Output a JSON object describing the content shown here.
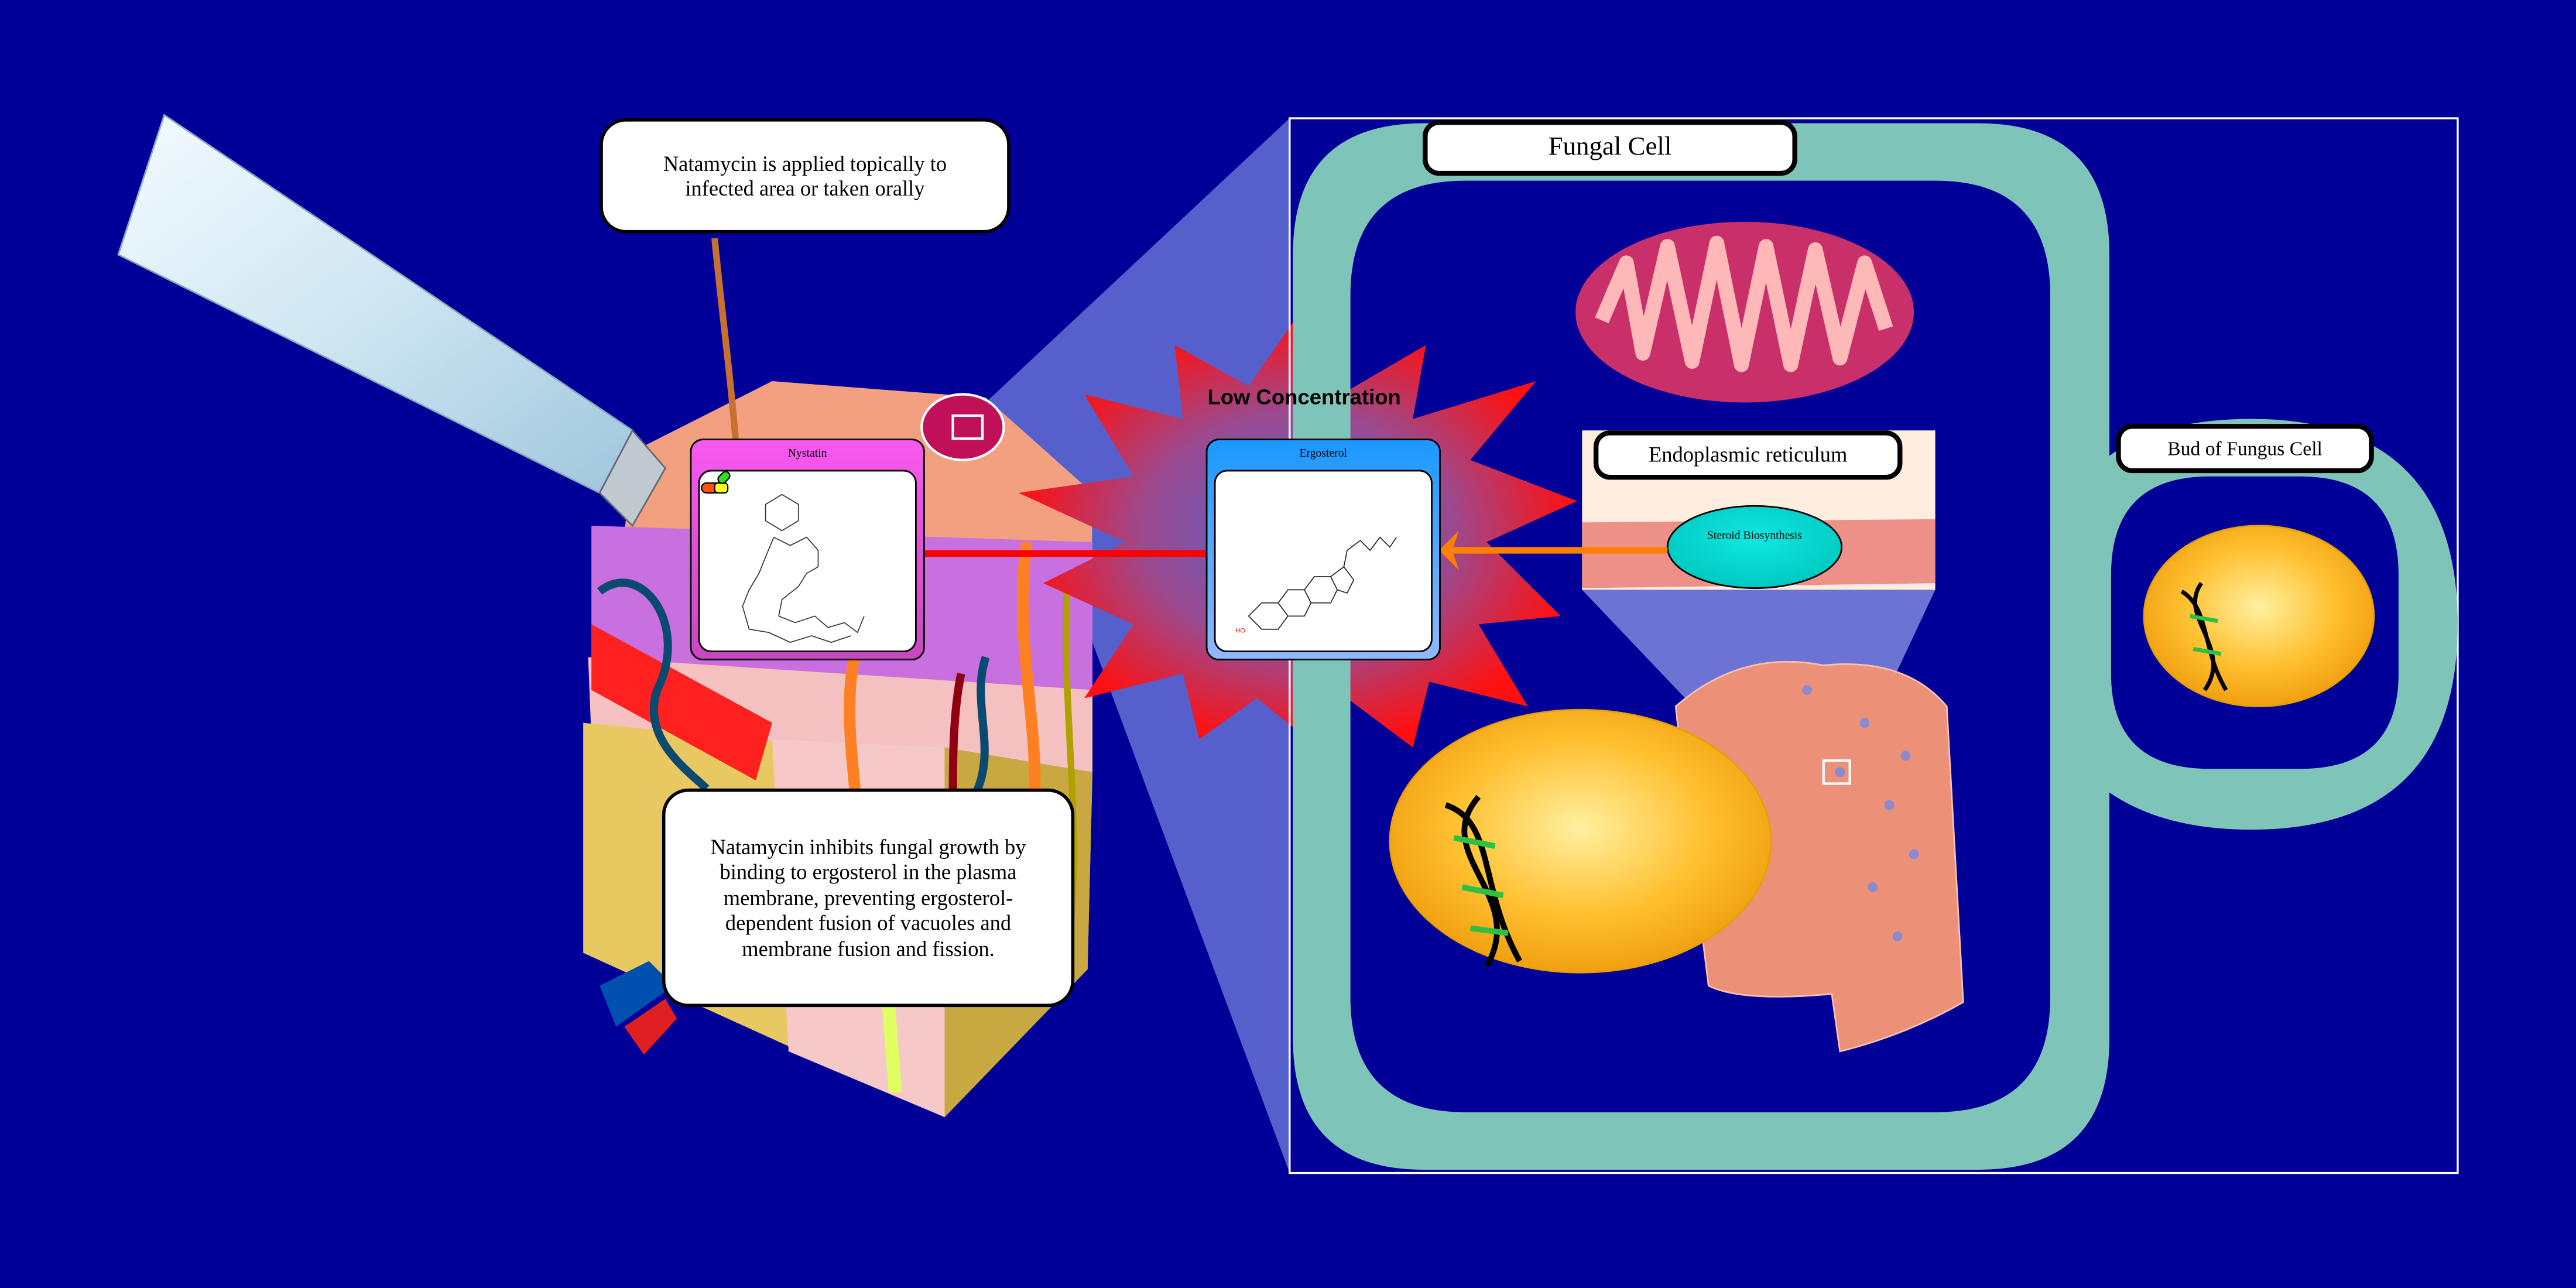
{
  "callouts": {
    "application": "Natamycin is applied topically to infected area or taken orally",
    "mechanism": "Natamycin inhibits fungal growth by binding to ergosterol in the plasma membrane, preventing ergosterol-dependent fusion of vacuoles and membrane fusion and fission."
  },
  "cards": {
    "nystatin": {
      "title": "Nystatin",
      "color": "#f858f0"
    },
    "ergosterol": {
      "title": "Ergosterol",
      "color": "#1a98ff"
    }
  },
  "burst_label": "Low Concentration",
  "labels": {
    "fungal_cell": "Fungal Cell",
    "er": "Endoplasmic reticulum",
    "bud": "Bud of Fungus Cell"
  },
  "steroid_biosynthesis": "Steroid Biosynthesis",
  "colors": {
    "background": "#000099",
    "cell_wall": "#7fc4b8",
    "inhibit": "#ff0000",
    "arrow": "#ff8000",
    "nucleus": "#ffb020"
  }
}
